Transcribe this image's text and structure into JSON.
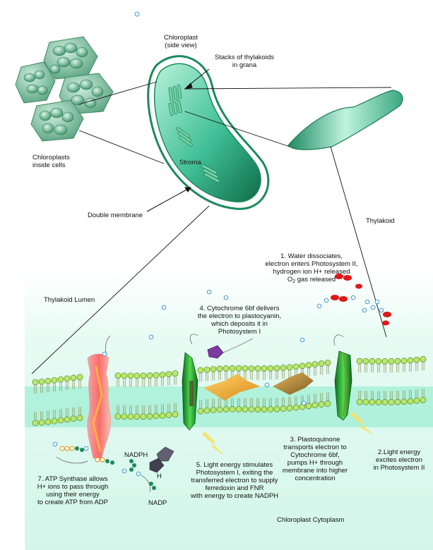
{
  "labels": {
    "chloroplast_side_view": [
      "Chloroplast",
      "(side view)"
    ],
    "stacks_of_thylakoids": [
      "Stacks of thylakoids",
      "in grana"
    ],
    "chloroplasts_inside_cells": [
      "Chloroplasts",
      "inside cells"
    ],
    "stroma": "Stroma",
    "double_membrane": "Double membrane",
    "thylakoid": "Thylakoid",
    "thylakoid_lumen": "Thylakoid Lumen",
    "chloroplast_cytoplasm": "Chloroplast Cytoplasm",
    "nadph": "NADPH",
    "h": "H",
    "nadp": "NADP"
  },
  "steps": {
    "step1": {
      "lines": [
        "1. Water dissociates,",
        "electron enters Photosystem II,",
        "hydrogen ion H+ released"
      ],
      "o2_main": "O",
      "o2_sub": "2",
      "o2_rest": " gas released"
    },
    "step2": [
      "2.Light energy",
      "excites electron",
      "in Photosystem II"
    ],
    "step3": [
      "3. Plastoquinone",
      "transports electron to",
      "Cytochrome 6bf,",
      "pumps H+ through",
      "membrane into higher",
      "concentration"
    ],
    "step4": [
      "4. Cytochrome 6bf delivers",
      "the electron to plastocyanin,",
      "which deposits it in",
      "Photosystem I"
    ],
    "step5": [
      "5. Light energy stimulates",
      "Photosystem I, exiting the",
      "transferred electron to supply",
      "ferredoxin and FNR",
      "with energy to create NADPH"
    ],
    "step7": [
      "7. ATP Synthase allows",
      "H+ ions to pass through",
      "using their energy",
      "to create ATP from ADP"
    ]
  },
  "colors": {
    "chloroplast_green": "#2f9e70",
    "membrane_teal": "#a8f0d8",
    "lipid_head": "#b9e86a",
    "water_red": "#e01818",
    "atp_synthase": "#f07878",
    "electron_arrow": "#f0a020"
  }
}
